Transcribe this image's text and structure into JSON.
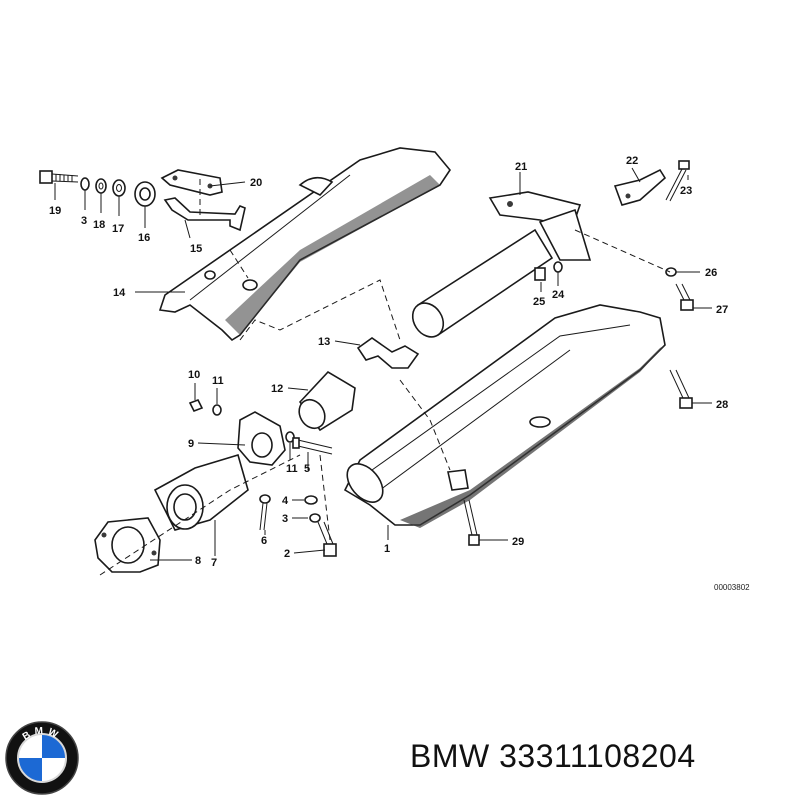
{
  "callouts": {
    "c19": "19",
    "c3a": "3",
    "c18": "18",
    "c17": "17",
    "c16": "16",
    "c15": "15",
    "c20": "20",
    "c14": "14",
    "c21": "21",
    "c22": "22",
    "c23": "23",
    "c26": "26",
    "c25": "25",
    "c24": "24",
    "c27": "27",
    "c13": "13",
    "c10": "10",
    "c11a": "11",
    "c12": "12",
    "c28": "28",
    "c9": "9",
    "c11b": "11",
    "c5": "5",
    "c4": "4",
    "c3b": "3",
    "c6": "6",
    "c7": "7",
    "c8": "8",
    "c2": "2",
    "c1": "1",
    "c29": "29"
  },
  "reference_code": "00003802",
  "logo": {
    "text": "BMW",
    "colors": {
      "blue": "#1c69d4",
      "white": "#ffffff",
      "ring": "#111111"
    }
  },
  "caption": "BMW 33311108204"
}
